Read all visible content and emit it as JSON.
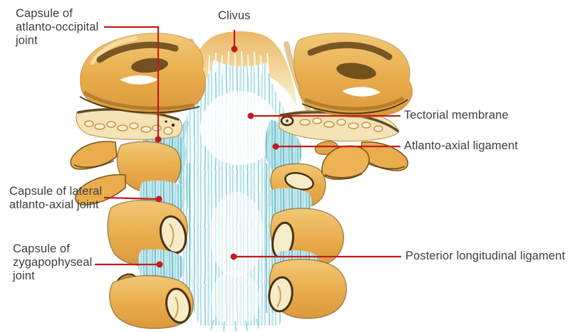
{
  "figure": {
    "type": "anatomical-diagram",
    "subject": "Craniovertebral joints, posterior view (tectorial membrane region)"
  },
  "colors": {
    "page_bg": "#ffffff",
    "leader_red": "#c21b1b",
    "label_text": "#3d3d3d",
    "bone_gold": "#e8a948",
    "bone_dark": "#5d3f16",
    "bone_cream": "#f5e4ba",
    "membrane_teal": "#8fd0da",
    "membrane_white": "#f7fcfd"
  },
  "labels": [
    {
      "id": "capsule-atlanto-occipital",
      "lines": [
        "Capsule of",
        "atlanto-occipital",
        "joint"
      ]
    },
    {
      "id": "clivus",
      "lines": [
        "Clivus"
      ]
    },
    {
      "id": "tectorial",
      "lines": [
        "Tectorial membrane"
      ]
    },
    {
      "id": "atlanto-axial",
      "lines": [
        "Atlanto-axial ligament"
      ]
    },
    {
      "id": "capsule-lateral",
      "lines": [
        "Capsule of lateral",
        "atlanto-axial joint"
      ]
    },
    {
      "id": "capsule-zygapophyseal",
      "lines": [
        "Capsule of",
        "zygapophyseal",
        "joint"
      ]
    },
    {
      "id": "posterior",
      "lines": [
        "Posterior longitudinal ligament"
      ]
    }
  ]
}
